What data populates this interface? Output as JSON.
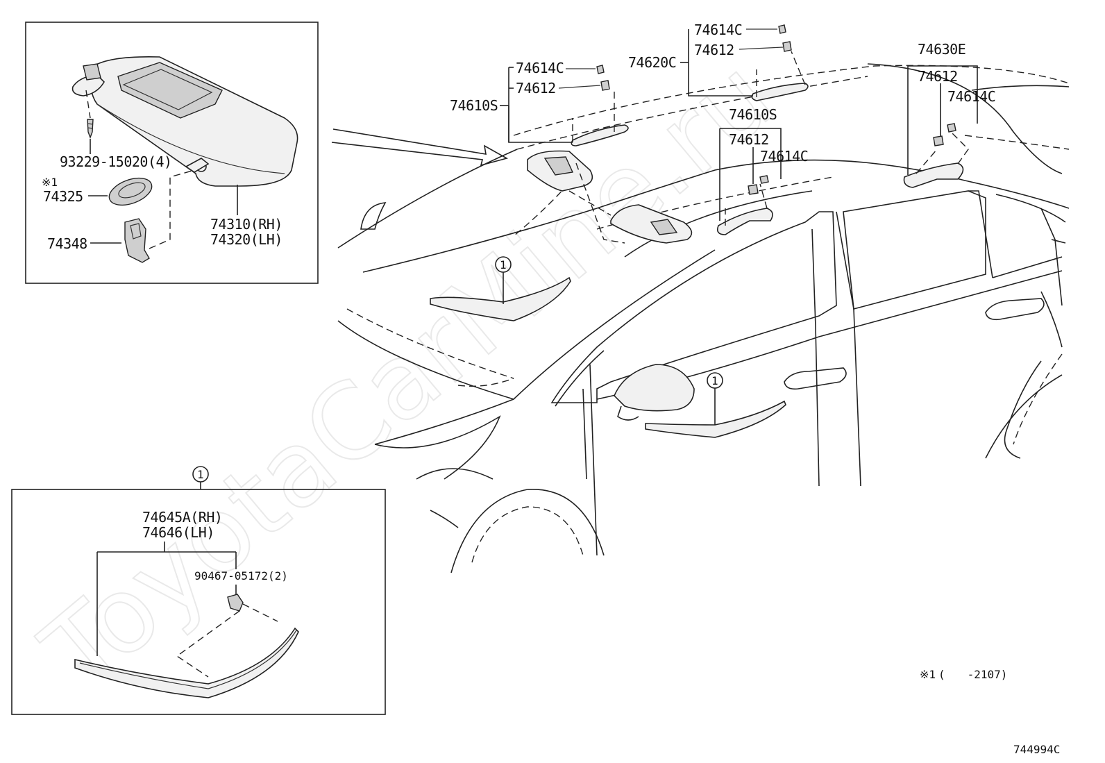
{
  "watermark": "ToyotaCarMine.ru",
  "diagram_code": "744994C",
  "footnote": {
    "mark": "※1",
    "text": "(　　-2107)"
  },
  "visor_box": {
    "labels": {
      "screw": "93229-15020(4)",
      "note_mark": "※1",
      "cover": "74325",
      "holder": "74348",
      "visor_rh": "74310(RH)",
      "visor_lh": "74320(LH)"
    }
  },
  "garnish_box": {
    "callout": "1",
    "labels": {
      "garnish_rh": "74645A(RH)",
      "garnish_lh": "74646(LH)",
      "clip": "90467-05172(2)"
    }
  },
  "main": {
    "callout": "1",
    "grip_front": {
      "assy": "74610S",
      "cap": "74614C",
      "bracket": "74612"
    },
    "grip_center_top": {
      "assy": "74620C",
      "cap": "74614C",
      "bracket": "74612"
    },
    "grip_center": {
      "assy": "74610S",
      "bracket": "74612",
      "cap": "74614C"
    },
    "grip_rear": {
      "assy": "74630E",
      "bracket": "74612",
      "cap": "74614C"
    }
  }
}
